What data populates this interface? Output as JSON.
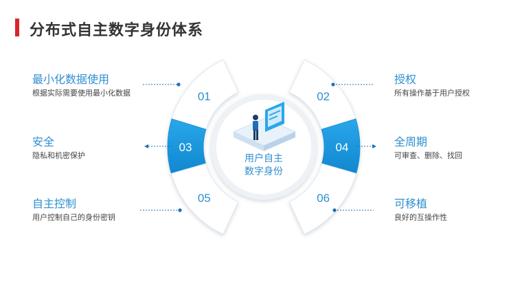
{
  "title": "分布式自主数字身份体系",
  "center": {
    "line1": "用户自主",
    "line2": "数字身份"
  },
  "segments": [
    {
      "num": "01",
      "highlight": false
    },
    {
      "num": "02",
      "highlight": false
    },
    {
      "num": "03",
      "highlight": true
    },
    {
      "num": "04",
      "highlight": true
    },
    {
      "num": "05",
      "highlight": false
    },
    {
      "num": "06",
      "highlight": false
    }
  ],
  "items": {
    "left": [
      {
        "title": "最小化数据使用",
        "desc": "根据实际需要使用最小化数据"
      },
      {
        "title": "安全",
        "desc": "隐私和机密保护"
      },
      {
        "title": "自主控制",
        "desc": "用户控制自己的身份密钥"
      }
    ],
    "right": [
      {
        "title": "授权",
        "desc": "所有操作基于用户授权"
      },
      {
        "title": "全周期",
        "desc": "可审查、删除、找回"
      },
      {
        "title": "可移植",
        "desc": "良好的互操作性"
      }
    ]
  },
  "colors": {
    "accent": "#1c95dc",
    "title_bar": "#d7262b",
    "text_blue": "#2f8fd0"
  }
}
